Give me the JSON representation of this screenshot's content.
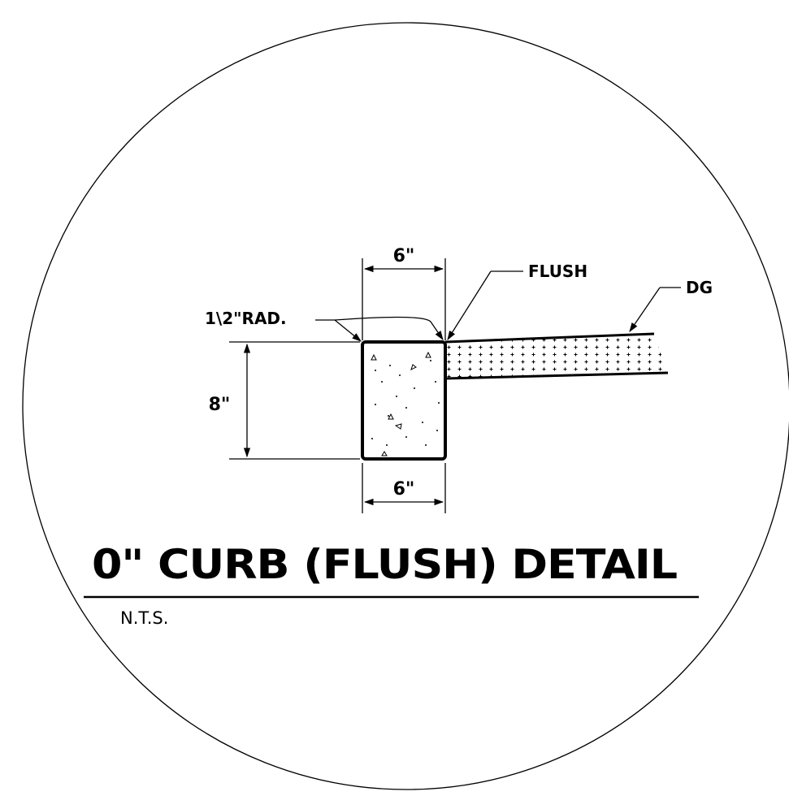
{
  "detail": {
    "title": "0\" CURB (FLUSH) DETAIL",
    "scale_note": "N.T.S."
  },
  "dimensions": {
    "top_width": "6\"",
    "bottom_width": "6\"",
    "height": "8\""
  },
  "callouts": {
    "radius": "1\\2\"RAD.",
    "flush": "FLUSH",
    "surface": "DG"
  },
  "colors": {
    "line": "#000000",
    "background": "#ffffff"
  }
}
